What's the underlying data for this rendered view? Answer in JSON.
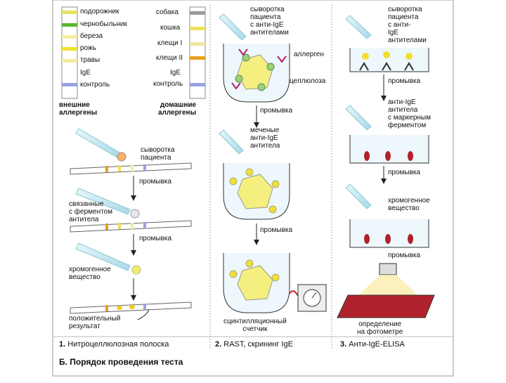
{
  "panel1": {
    "outdoor_legend": [
      {
        "label": "подорожник",
        "color": "#e8e060"
      },
      {
        "label": "чернобыльник",
        "color": "#5cb82a"
      },
      {
        "label": "береза",
        "color": "#f3ee9a"
      },
      {
        "label": "рожь",
        "color": "#f0e030"
      },
      {
        "label": "травы",
        "color": "#f3ee9a"
      },
      {
        "label": "IgE",
        "color": "#ffffff"
      },
      {
        "label": "контроль",
        "color": "#9aa2e0"
      }
    ],
    "indoor_legend": [
      {
        "label": "собака",
        "color": "#9a9a9a"
      },
      {
        "label": "кошка",
        "color": "#f0e060"
      },
      {
        "label": "клещи I",
        "color": "#f0e6a0"
      },
      {
        "label": "клещи II",
        "color": "#e8a020"
      },
      {
        "label": "IgE",
        "color": "#ffffff"
      },
      {
        "label": "контроль",
        "color": "#9aa2e0"
      }
    ],
    "outdoor_title": "внешние\nаллергены",
    "indoor_title": "домашние\nаллергены",
    "step_serum": "сыворотка\nпациента",
    "wash1": "промывка",
    "enzyme_ab": "связанные\nс ферментом\nантитела",
    "wash2": "промывка",
    "chromogen": "хромогенное\nвещество",
    "positive": "положительный\nрезультат",
    "caption_num": "1.",
    "caption": "Нитроцеллюлозная полоска"
  },
  "panel2": {
    "serum": "сыворотка\nпациента\nс анти-IgE\nантителами",
    "allergen": "аллерген",
    "cellulose": "целлюлоза",
    "wash1": "промывка",
    "labeled": "меченые\nанти-IgE\nантитела",
    "wash2": "промывка",
    "counter": "сцинтилляционный\nсчетчик",
    "caption_num": "2.",
    "caption": "RAST, скрининг IgE"
  },
  "panel3": {
    "serum": "сыворотка\nпациента\nс анти-\nIgE\nантителами",
    "wash1": "промывка",
    "antiIgE": "анти-IgE\nантитела\nс маркерным\nферментом",
    "wash2": "промывка",
    "chromogen": "хромогенное\nвещество",
    "wash3": "промывка",
    "photometer": "определение\nна фотометре",
    "caption_num": "3.",
    "caption": "Анти-IgE-ELISA"
  },
  "footer": {
    "title": "Б. Порядок проведения теста"
  }
}
